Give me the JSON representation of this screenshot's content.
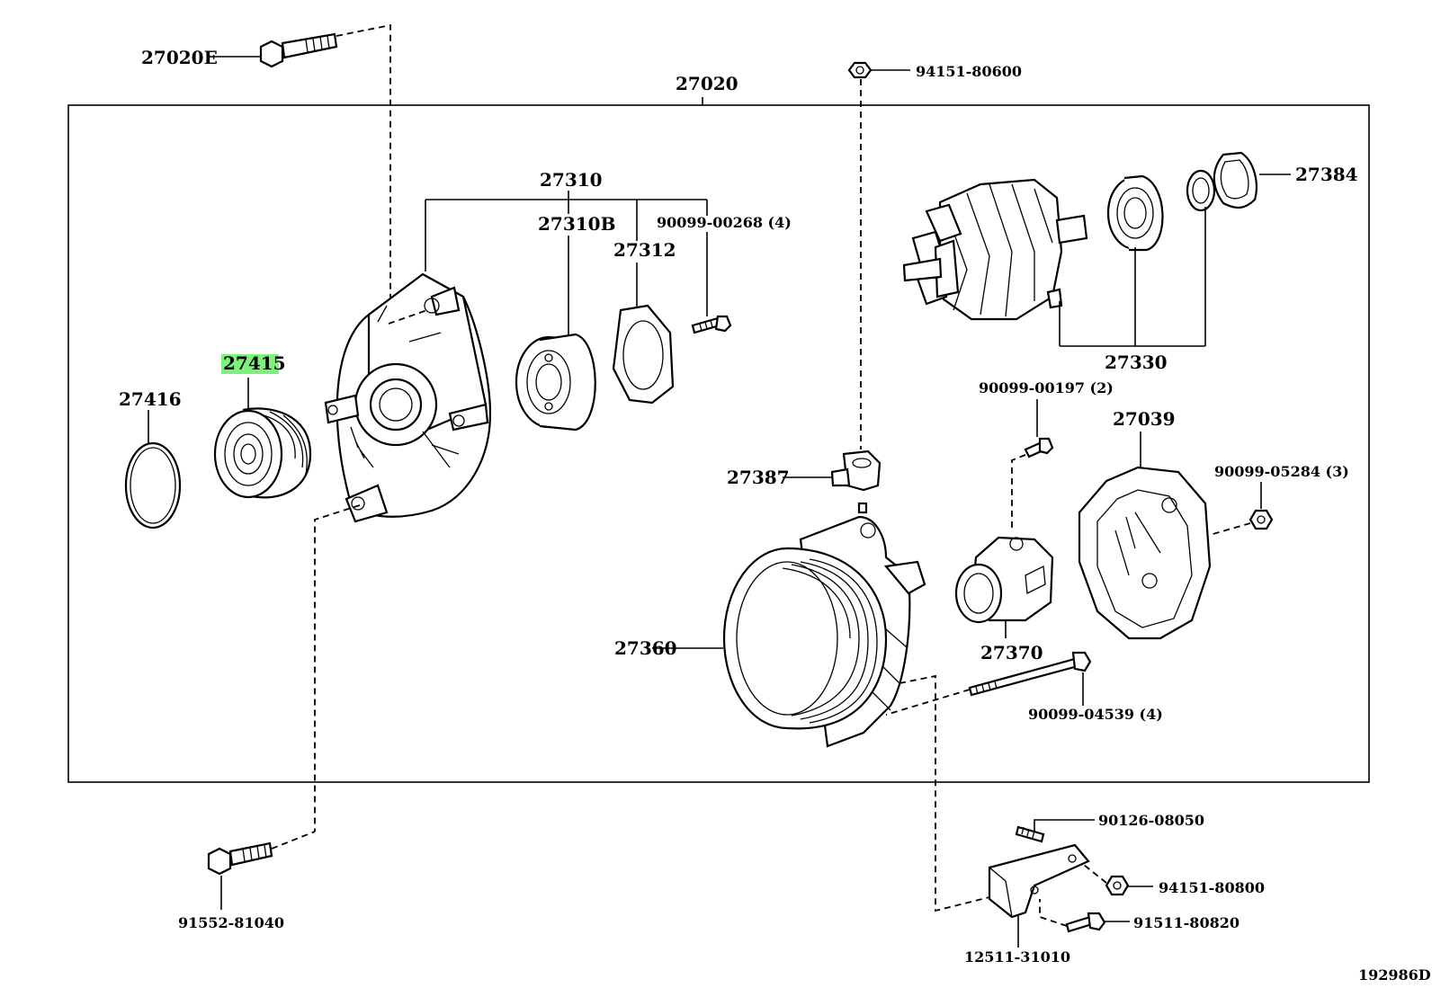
{
  "parts": {
    "p27020e": "27020E",
    "p27020": "27020",
    "p94151_80600": "94151-80600",
    "p27310": "27310",
    "p27310b": "27310B",
    "p27312": "27312",
    "p90099_00268": "90099-00268 (4)",
    "p27384": "27384",
    "p27330": "27330",
    "p27415": "27415",
    "p27416": "27416",
    "p90099_00197": "90099-00197 (2)",
    "p27039": "27039",
    "p27387": "27387",
    "p90099_05284": "90099-05284 (3)",
    "p27360": "27360",
    "p27370": "27370",
    "p90099_04539": "90099-04539 (4)",
    "p91552_81040": "91552-81040",
    "p90126_08050": "90126-08050",
    "p94151_80800": "94151-80800",
    "p91511_80820": "91511-80820",
    "p12511_31010": "12511-31010"
  },
  "diagram_id": "192986D",
  "highlight_color": "#7cf27c"
}
